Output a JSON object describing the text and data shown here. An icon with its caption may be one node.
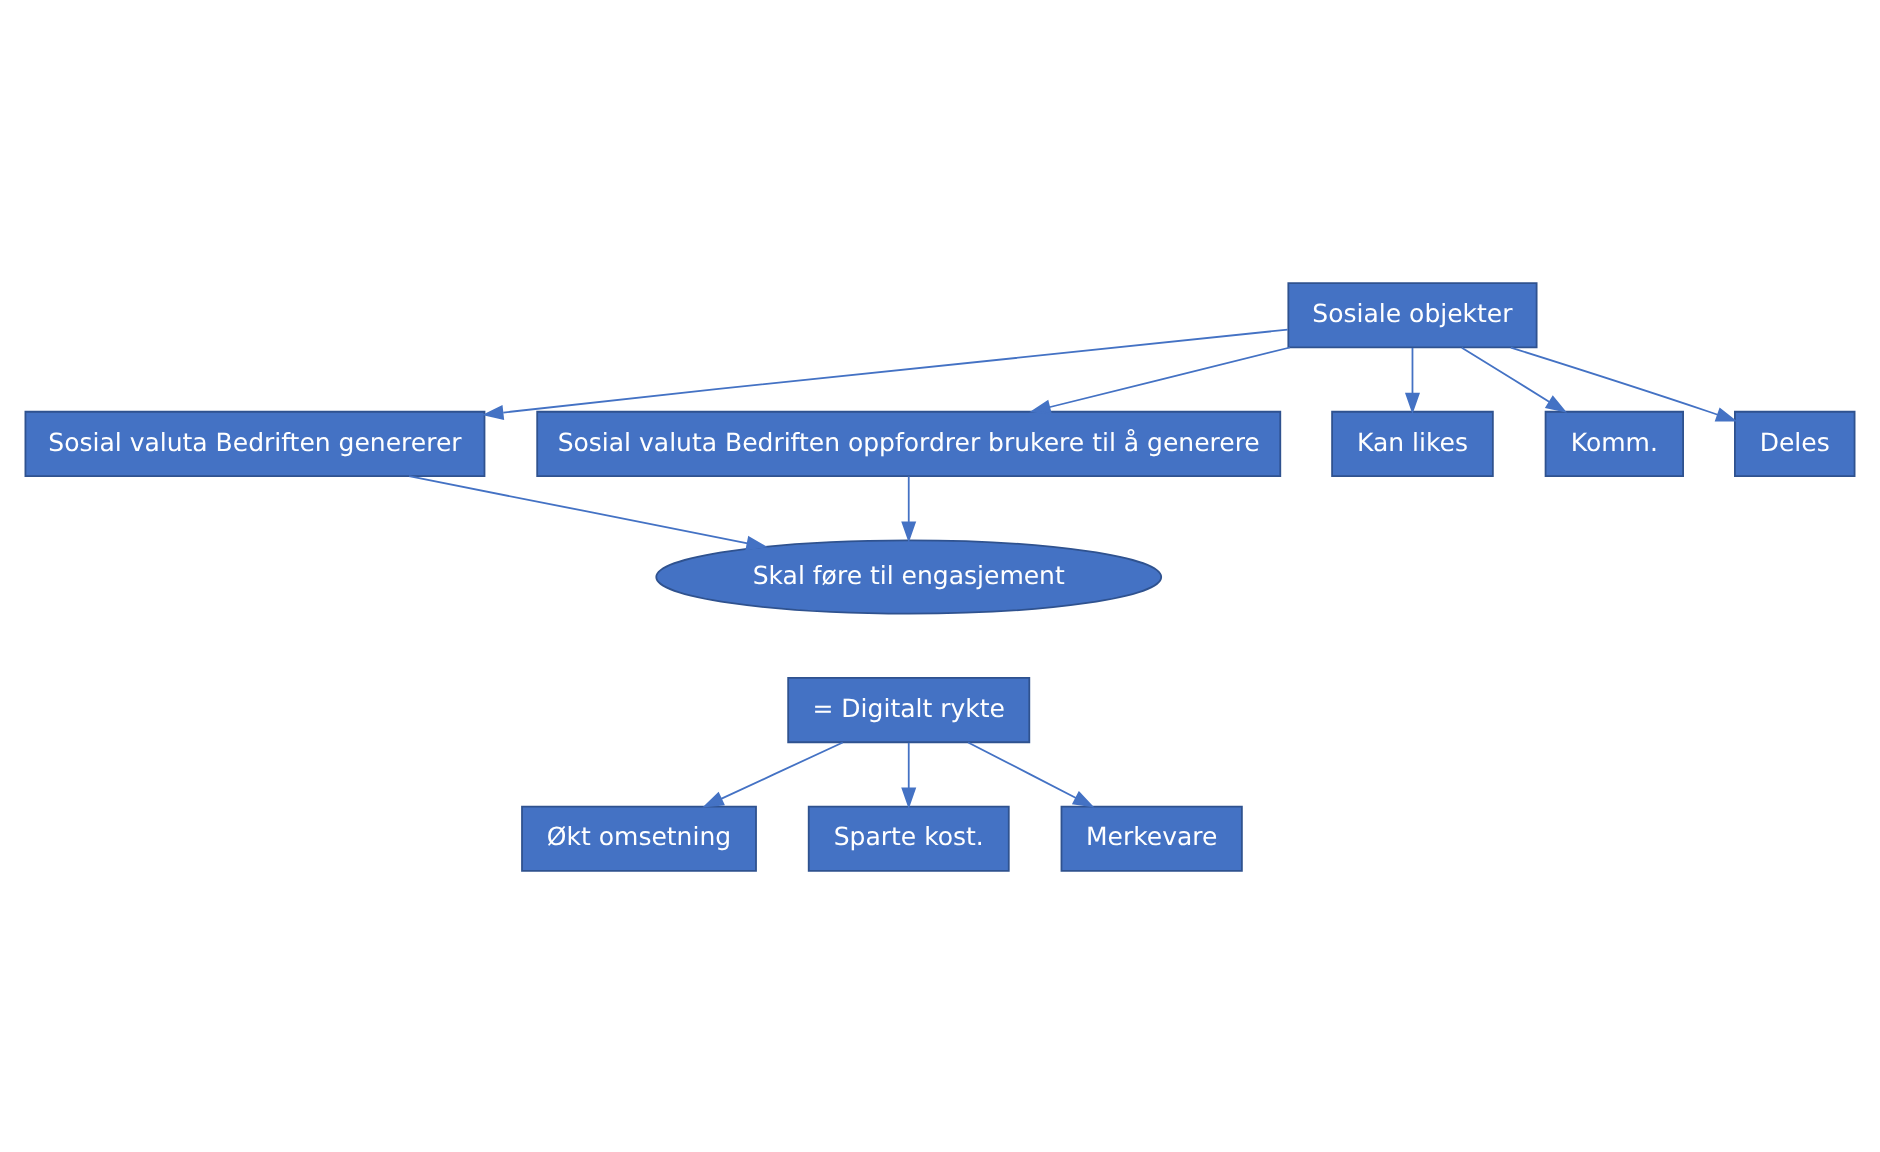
{
  "diagram": {
    "nodes": [
      {
        "text": [
          "Sosiale objekter"
        ]
      },
      {
        "text": [
          "Sosial valuta Bedriften genererer"
        ]
      },
      {
        "text": [
          "Sosial valuta Bedriften oppfordrer brukere til å generere"
        ]
      },
      {
        "text": [
          "Kan likes"
        ]
      },
      {
        "text": [
          "Komm."
        ]
      },
      {
        "text": [
          "Deles"
        ]
      },
      {
        "text": [
          "Skal føre til engasjement"
        ]
      },
      {
        "text": [
          "= Digitalt rykte"
        ]
      },
      {
        "text": [
          "Økt omsetning"
        ]
      },
      {
        "text": [
          "Sparte kost."
        ]
      },
      {
        "text": [
          "Merkevare"
        ]
      }
    ],
    "edges": [
      {
        "from": 0,
        "to": 1,
        "arrow": "to"
      },
      {
        "from": 0,
        "to": 2,
        "arrow": "to"
      },
      {
        "from": 0,
        "to": 3,
        "arrow": "to"
      },
      {
        "from": 0,
        "to": 4,
        "arrow": "to"
      },
      {
        "from": 0,
        "to": 5,
        "arrow": "to"
      },
      {
        "from": 1,
        "to": 6,
        "arrow": "to"
      },
      {
        "from": 2,
        "to": 6,
        "arrow": "to"
      },
      {
        "from": 7,
        "to": 8,
        "arrow": "to"
      },
      {
        "from": 7,
        "to": 9,
        "arrow": "to"
      },
      {
        "from": 7,
        "to": 10,
        "arrow": "to"
      }
    ]
  }
}
